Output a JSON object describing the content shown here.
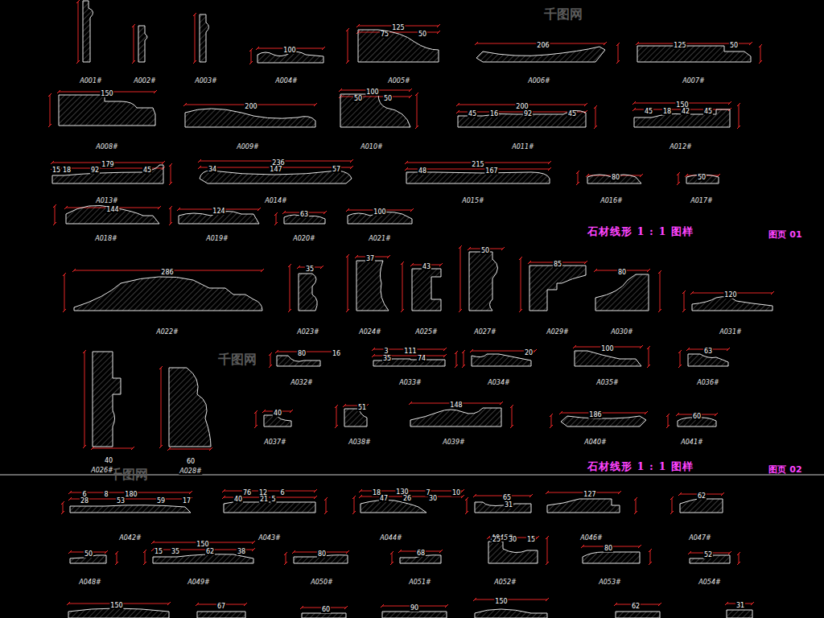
{
  "diagram": {
    "labels": [
      "千图网",
      "千图网",
      "千图网",
      "A001#",
      "A002#",
      "A003#",
      "100",
      "A004#",
      "125",
      "75",
      "50",
      "A005#",
      "206",
      "A006#",
      "125",
      "50",
      "A007#",
      "150",
      "A008#",
      "200",
      "A009#",
      "100",
      "50",
      "50",
      "A010#",
      "200",
      "45",
      "16",
      "92",
      "45",
      "A011#",
      "150",
      "45",
      "18",
      "42",
      "45",
      "A012#",
      "179",
      "15",
      "18",
      "92",
      "45",
      "A013#",
      "236",
      "34",
      "147",
      "57",
      "A014#",
      "215",
      "48",
      "167",
      "A015#",
      "80",
      "A016#",
      "50",
      "A017#",
      "144",
      "A018#",
      "124",
      "A019#",
      "63",
      "A020#",
      "100",
      "A021#",
      "石材线形 1 : 1 图样",
      "图页 01",
      "286",
      "A022#",
      "35",
      "A023#",
      "37",
      "A024#",
      "43",
      "A025#",
      "50",
      "A027#",
      "85",
      "A029#",
      "80",
      "A030#",
      "120",
      "A031#",
      "40",
      "A026#",
      "60",
      "A028#",
      "80",
      "16",
      "A032#",
      "111",
      "3",
      "35",
      "74",
      "A033#",
      "20",
      "A034#",
      "100",
      "A035#",
      "63",
      "A036#",
      "40",
      "A037#",
      "51",
      "A038#",
      "148",
      "A039#",
      "186",
      "A040#",
      "60",
      "A041#",
      "石材线形 1 : 1 图样",
      "图页 02",
      "6",
      "8",
      "180",
      "28",
      "53",
      "59",
      "17",
      "A042#",
      "76",
      "12",
      "6",
      "40",
      "21",
      "5",
      "A043#",
      "18",
      "130",
      "7",
      "10",
      "47",
      "26",
      "30",
      "A044#",
      "65",
      "31",
      "A045#",
      "127",
      "A046#",
      "62",
      "A047#",
      "50",
      "A048#",
      "150",
      "15",
      "35",
      "62",
      "38",
      "A049#",
      "80",
      "A050#",
      "68",
      "A051#",
      "25",
      "30",
      "15",
      "A052#",
      "80",
      "A053#",
      "52",
      "A054#",
      "150",
      "67",
      "60",
      "90",
      "150",
      "62",
      "31"
    ]
  }
}
